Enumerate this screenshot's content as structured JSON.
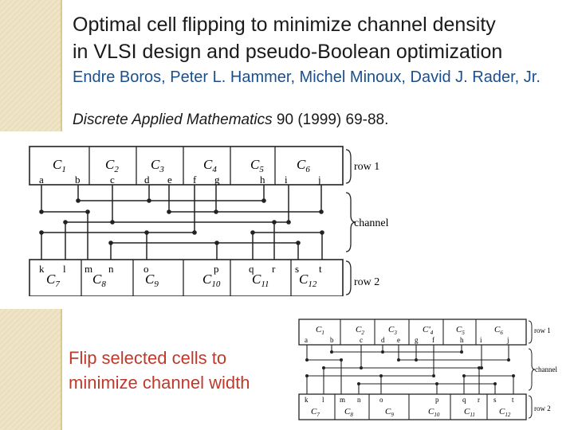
{
  "slide": {
    "title_line1": "Optimal cell flipping to minimize channel density",
    "title_line2": "in VLSI design and pseudo-Boolean optimization",
    "authors": "Endre Boros, Peter L. Hammer, Michel Minoux, David J. Rader, Jr.",
    "journal": "Discrete Applied Mathematics",
    "citation_rest": " 90 (1999) 69-88.",
    "caption_line1": "Flip selected cells to",
    "caption_line2": "minimize channel width"
  },
  "figure_top": {
    "row1_label": "row 1",
    "row2_label": "row 2",
    "channel_label": "channel",
    "top_cells": [
      {
        "name": "C",
        "sub": "1",
        "pins": [
          "a",
          "b"
        ]
      },
      {
        "name": "C",
        "sub": "2",
        "pins": [
          "c"
        ]
      },
      {
        "name": "C",
        "sub": "3",
        "pins": [
          "d",
          "e"
        ]
      },
      {
        "name": "C",
        "sub": "4",
        "pins": [
          "f",
          "g"
        ]
      },
      {
        "name": "C",
        "sub": "5",
        "pins": [
          "h"
        ]
      },
      {
        "name": "C",
        "sub": "6",
        "pins": [
          "i",
          "j"
        ]
      }
    ],
    "bottom_cells": [
      {
        "name": "C",
        "sub": "7",
        "pins": [
          "k",
          "l"
        ]
      },
      {
        "name": "C",
        "sub": "8",
        "pins": [
          "m",
          "n"
        ]
      },
      {
        "name": "C",
        "sub": "9",
        "pins": [
          "o"
        ]
      },
      {
        "name": "C",
        "sub": "10",
        "pins": [
          "p"
        ]
      },
      {
        "name": "C",
        "sub": "11",
        "pins": [
          "q",
          "r"
        ]
      },
      {
        "name": "C",
        "sub": "12",
        "pins": [
          "s",
          "t"
        ]
      }
    ]
  },
  "figure_bottom": {
    "row1_label": "row 1",
    "row2_label": "row 2",
    "channel_label": "channel",
    "top_cells": [
      {
        "name": "C",
        "sub": "1",
        "pins": [
          "a",
          "b"
        ]
      },
      {
        "name": "C",
        "sub": "2",
        "pins": [
          "c"
        ]
      },
      {
        "name": "C",
        "sub": "3",
        "pins": [
          "d",
          "e"
        ]
      },
      {
        "name": "C'",
        "sub": "4",
        "pins": [
          "g",
          "f"
        ]
      },
      {
        "name": "C",
        "sub": "5",
        "pins": [
          "h"
        ]
      },
      {
        "name": "C",
        "sub": "6",
        "pins": [
          "i",
          "j"
        ]
      }
    ],
    "bottom_cells": [
      {
        "name": "C",
        "sub": "7",
        "pins": [
          "k",
          "l"
        ]
      },
      {
        "name": "C",
        "sub": "8",
        "pins": [
          "m",
          "n"
        ]
      },
      {
        "name": "C",
        "sub": "9",
        "pins": [
          "o"
        ]
      },
      {
        "name": "C",
        "sub": "10",
        "pins": [
          "p"
        ]
      },
      {
        "name": "C",
        "sub": "11",
        "pins": [
          "q",
          "r"
        ]
      },
      {
        "name": "C",
        "sub": "12",
        "pins": [
          "s",
          "t"
        ]
      }
    ]
  }
}
